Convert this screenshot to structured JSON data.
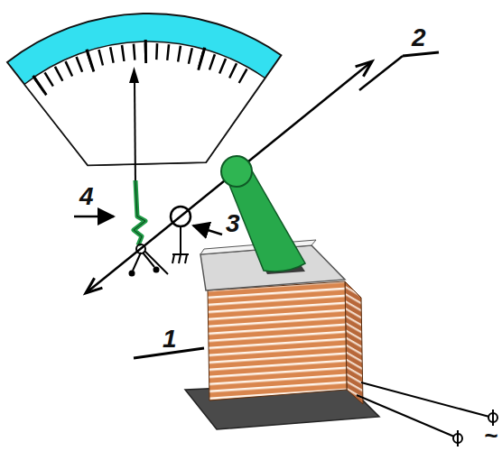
{
  "diagram": {
    "labels": [
      "4",
      "3",
      "2",
      "1",
      "~"
    ]
  }
}
